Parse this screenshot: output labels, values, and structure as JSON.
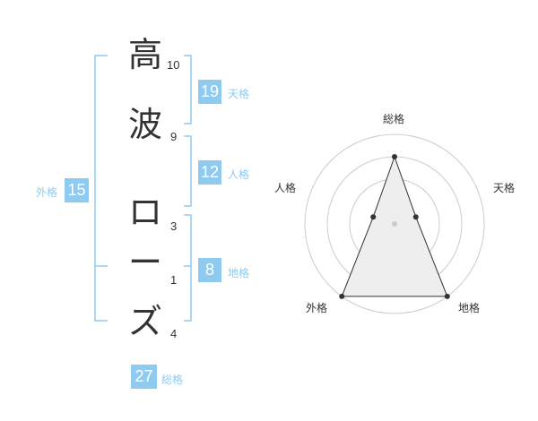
{
  "name": {
    "chars": [
      {
        "char": "高",
        "strokes": "10"
      },
      {
        "char": "波",
        "strokes": "9"
      },
      {
        "char": "ロ",
        "strokes": "3"
      },
      {
        "char": "ー",
        "strokes": "1"
      },
      {
        "char": "ズ",
        "strokes": "4"
      }
    ]
  },
  "fortunes": {
    "tenkaku": {
      "value": "19",
      "label": "天格"
    },
    "jinkaku": {
      "value": "12",
      "label": "人格"
    },
    "chikaku": {
      "value": "8",
      "label": "地格"
    },
    "gaikaku": {
      "value": "15",
      "label": "外格"
    },
    "soukaku": {
      "value": "27",
      "label": "総格"
    }
  },
  "radar": {
    "axes": [
      "総格",
      "天格",
      "地格",
      "外格",
      "人格"
    ],
    "levels": 4,
    "values": [
      3,
      1,
      4,
      4,
      1
    ],
    "colors": {
      "accent": "#8fcbf1",
      "ring": "#cccccc",
      "fill": "#eeeeee",
      "line": "#333333"
    }
  }
}
